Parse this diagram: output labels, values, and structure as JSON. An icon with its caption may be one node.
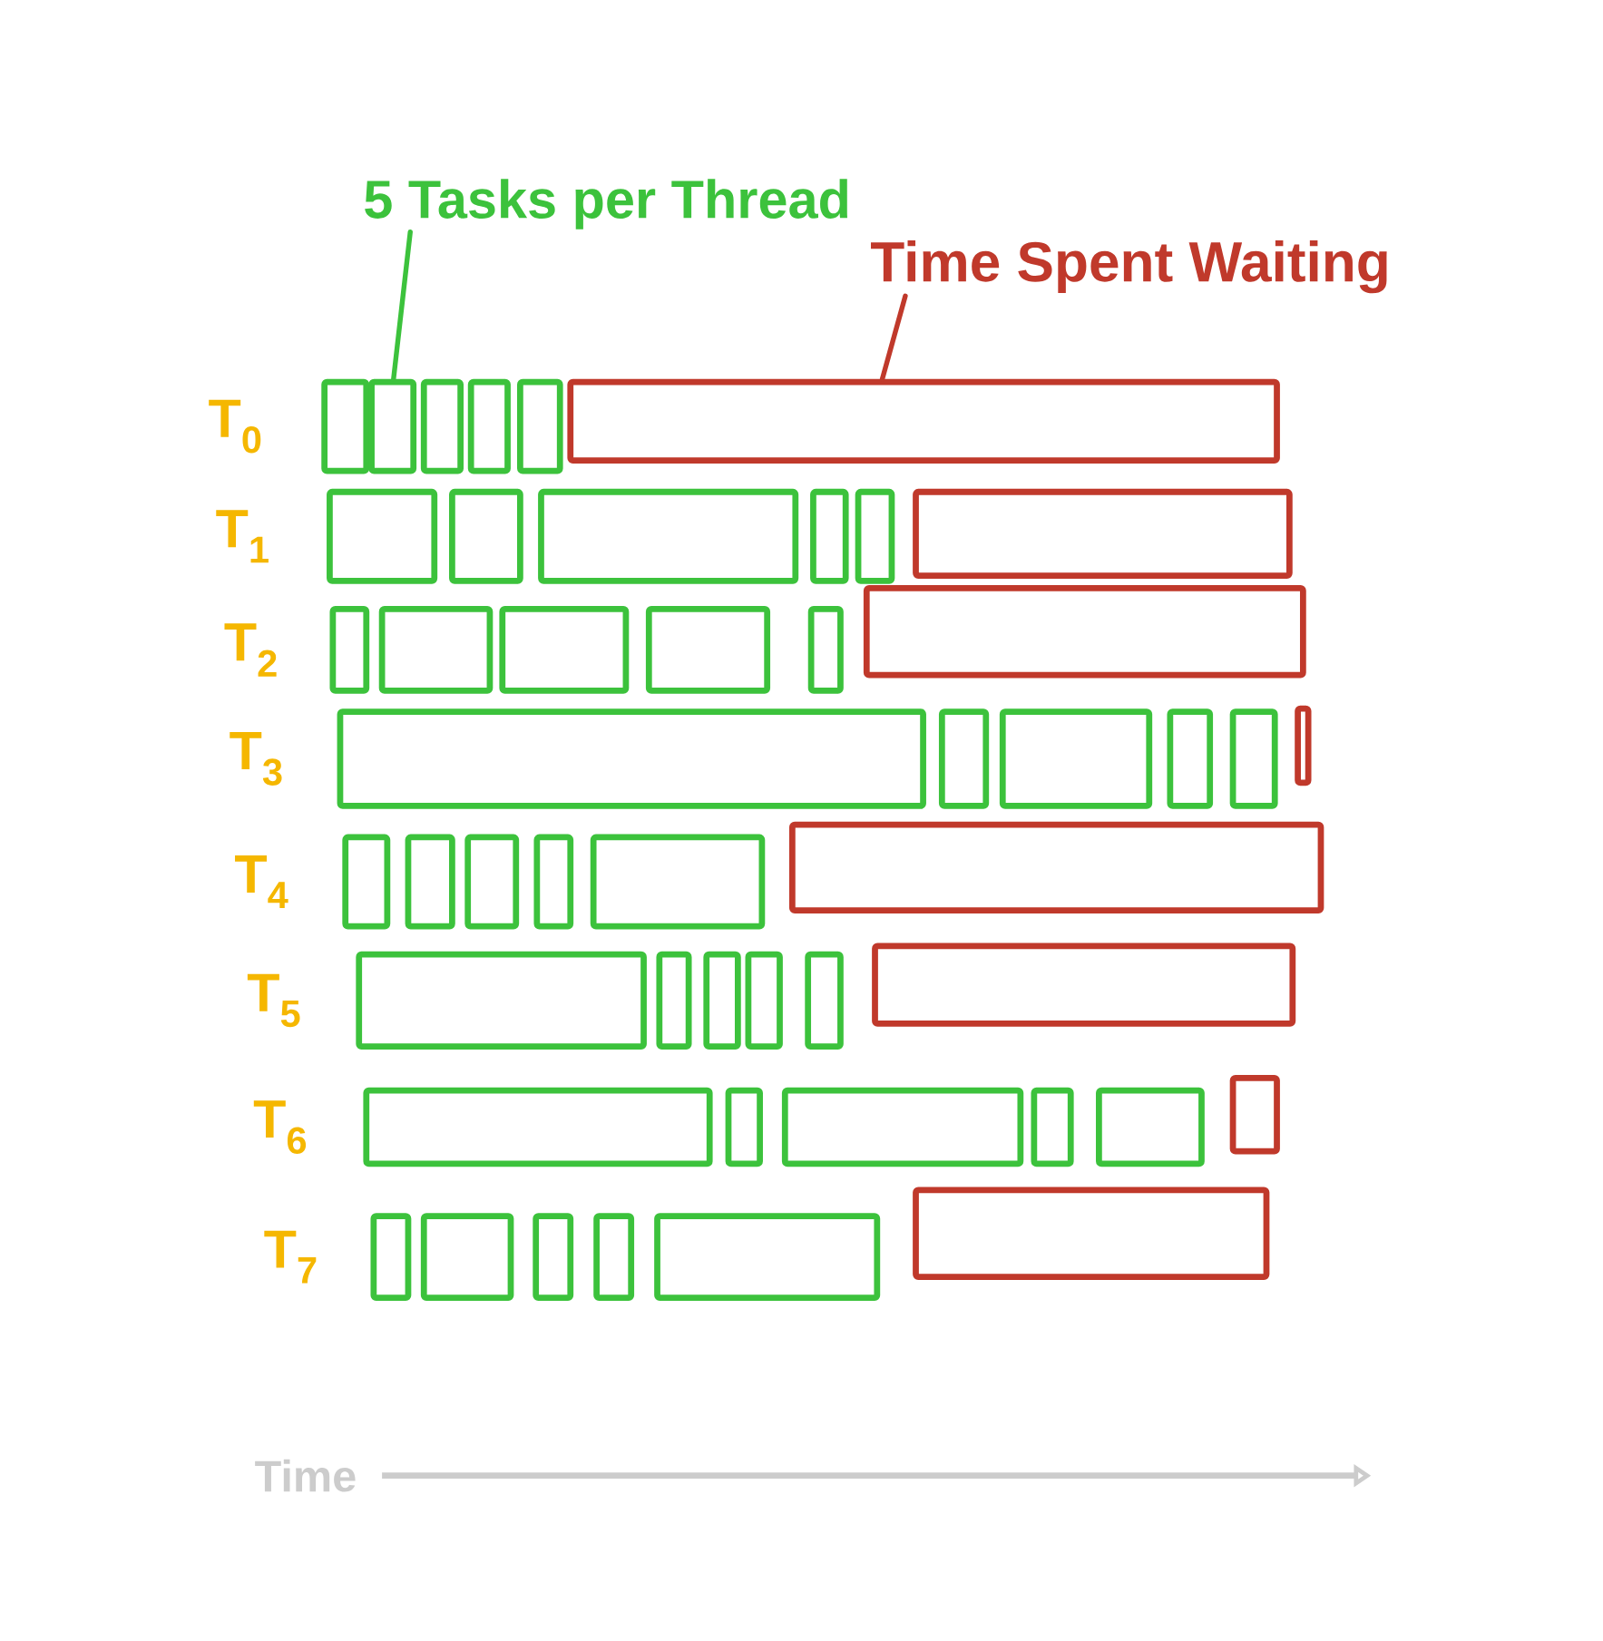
{
  "diagram": {
    "nodes": [
      {
        "text": [
          "5 Tasks per Thread"
        ]
      },
      {
        "text": [
          "Time Spent Waiting"
        ]
      },
      {
        "text": [],
        "shape": "bar"
      },
      {
        "text": [],
        "shape": "bar"
      },
      {
        "text": [],
        "shape": "bar"
      },
      {
        "text": [],
        "shape": "bar"
      },
      {
        "text": [],
        "shape": "bar"
      },
      {
        "text": [],
        "shape": "bar"
      },
      {
        "text": [],
        "shape": "bar"
      },
      {
        "text": [],
        "shape": "bar"
      },
      {
        "text": [],
        "shape": "bar"
      },
      {
        "text": [],
        "shape": "bar"
      },
      {
        "text": [],
        "shape": "bar"
      },
      {
        "text": [],
        "shape": "bar"
      },
      {
        "text": [],
        "shape": "bar"
      },
      {
        "text": [],
        "shape": "bar"
      },
      {
        "text": [],
        "shape": "bar"
      },
      {
        "text": [],
        "shape": "bar"
      },
      {
        "text": [],
        "shape": "bar"
      },
      {
        "text": [],
        "shape": "bar"
      },
      {
        "text": [],
        "shape": "bar"
      },
      {
        "text": [],
        "shape": "bar"
      },
      {
        "text": [],
        "shape": "bar"
      },
      {
        "text": [],
        "shape": "bar"
      },
      {
        "text": [],
        "shape": "bar"
      },
      {
        "text": [],
        "shape": "bar"
      },
      {
        "text": [],
        "shape": "bar"
      },
      {
        "text": [],
        "shape": "bar"
      },
      {
        "text": [],
        "shape": "bar"
      },
      {
        "text": [],
        "shape": "bar"
      },
      {
        "text": [],
        "shape": "bar"
      },
      {
        "text": [],
        "shape": "bar"
      },
      {
        "text": [],
        "shape": "bar"
      },
      {
        "text": [],
        "shape": "bar"
      },
      {
        "text": [],
        "shape": "bar"
      },
      {
        "text": [],
        "shape": "bar"
      },
      {
        "text": [],
        "shape": "bar"
      },
      {
        "text": [],
        "shape": "bar"
      },
      {
        "text": [],
        "shape": "bar"
      },
      {
        "text": [],
        "shape": "bar"
      },
      {
        "text": [],
        "shape": "bar"
      },
      {
        "text": [],
        "shape": "bar"
      },
      {
        "text": [],
        "shape": "bar"
      },
      {
        "text": [],
        "shape": "bar"
      },
      {
        "text": [],
        "shape": "bar"
      },
      {
        "text": [],
        "shape": "bar"
      },
      {
        "text": [],
        "shape": "bar"
      },
      {
        "text": [],
        "shape": "bar"
      },
      {
        "text": [],
        "shape": "bar"
      },
      {
        "text": [],
        "shape": "bar"
      }
    ],
    "edges": [
      {
        "from": 0,
        "to": 3,
        "arrow": "none",
        "color": "#3cc23c"
      },
      {
        "from": 1,
        "to": 7,
        "arrow": "none",
        "color": "#c0392b"
      }
    ],
    "labels": [
      "T$_{0}$",
      "T$_{1}$",
      "T$_{2}$",
      "T$_{3}$",
      "T$_{4}$",
      "T$_{5}$",
      "T$_{6}$",
      "T$_{7}$",
      "Time"
    ]
  }
}
